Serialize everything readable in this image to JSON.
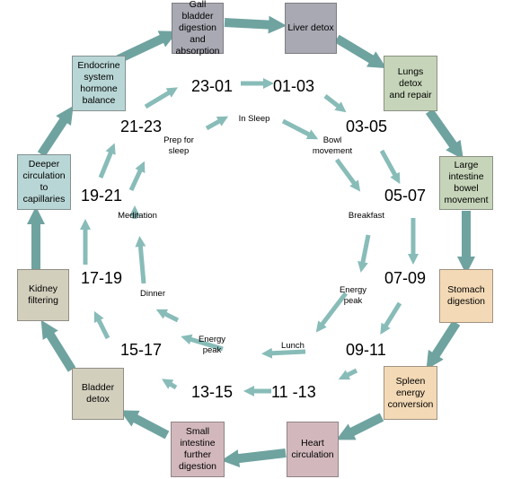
{
  "colors": {
    "outer_arrow": "#6fa3a0",
    "inner_arrow": "#88bcb8",
    "gray": "#a8a9b3",
    "green": "#c6d5b9",
    "peach": "#f3d9b5",
    "mauve": "#d2b8bd",
    "taupe": "#d3cfbd",
    "teal": "#b9d6d6"
  },
  "organs": [
    {
      "id": "gall-bladder",
      "lines": [
        "Gall bladder",
        "digestion",
        "and",
        "absorption"
      ],
      "color": "gray"
    },
    {
      "id": "liver",
      "lines": [
        "Liver detox"
      ],
      "color": "gray"
    },
    {
      "id": "lungs",
      "lines": [
        "Lungs detox",
        "and repair"
      ],
      "color": "green"
    },
    {
      "id": "large-intestine",
      "lines": [
        "Large",
        "intestine",
        "bowel",
        "movement"
      ],
      "color": "green"
    },
    {
      "id": "stomach",
      "lines": [
        "Stomach",
        "digestion"
      ],
      "color": "peach"
    },
    {
      "id": "spleen",
      "lines": [
        "Spleen",
        "energy",
        "conversion"
      ],
      "color": "peach"
    },
    {
      "id": "heart",
      "lines": [
        "Heart",
        "circulation"
      ],
      "color": "mauve"
    },
    {
      "id": "small-intestine",
      "lines": [
        "Small",
        "intestine",
        "further",
        "digestion"
      ],
      "color": "mauve"
    },
    {
      "id": "bladder",
      "lines": [
        "Bladder",
        "detox"
      ],
      "color": "taupe"
    },
    {
      "id": "kidney",
      "lines": [
        "Kidney",
        "filtering"
      ],
      "color": "taupe"
    },
    {
      "id": "deeper-circulation",
      "lines": [
        "Deeper",
        "circulation",
        "to",
        "capillaries"
      ],
      "color": "teal"
    },
    {
      "id": "endocrine",
      "lines": [
        "Endocrine",
        "system",
        "hormone",
        "balance"
      ],
      "color": "teal"
    }
  ],
  "time_slots": [
    "23-01",
    "01-03",
    "03-05",
    "05-07",
    "07-09",
    "09-11",
    "11 -13",
    "13-15",
    "15-17",
    "17-19",
    "19-21",
    "21-23"
  ],
  "activities": [
    {
      "id": "in-sleep",
      "lines": [
        "In Sleep"
      ]
    },
    {
      "id": "bowel-movement",
      "lines": [
        "Bowl",
        "movement"
      ]
    },
    {
      "id": "breakfast",
      "lines": [
        "Breakfast"
      ]
    },
    {
      "id": "energy-peak-morning",
      "lines": [
        "Energy",
        "peak"
      ]
    },
    {
      "id": "lunch",
      "lines": [
        "Lunch"
      ]
    },
    {
      "id": "energy-peak-afternoon",
      "lines": [
        "Energy",
        "peak"
      ]
    },
    {
      "id": "dinner",
      "lines": [
        "Dinner"
      ]
    },
    {
      "id": "meditation",
      "lines": [
        "Meditation"
      ]
    },
    {
      "id": "prep-for-sleep",
      "lines": [
        "Prep for",
        "sleep"
      ]
    }
  ]
}
